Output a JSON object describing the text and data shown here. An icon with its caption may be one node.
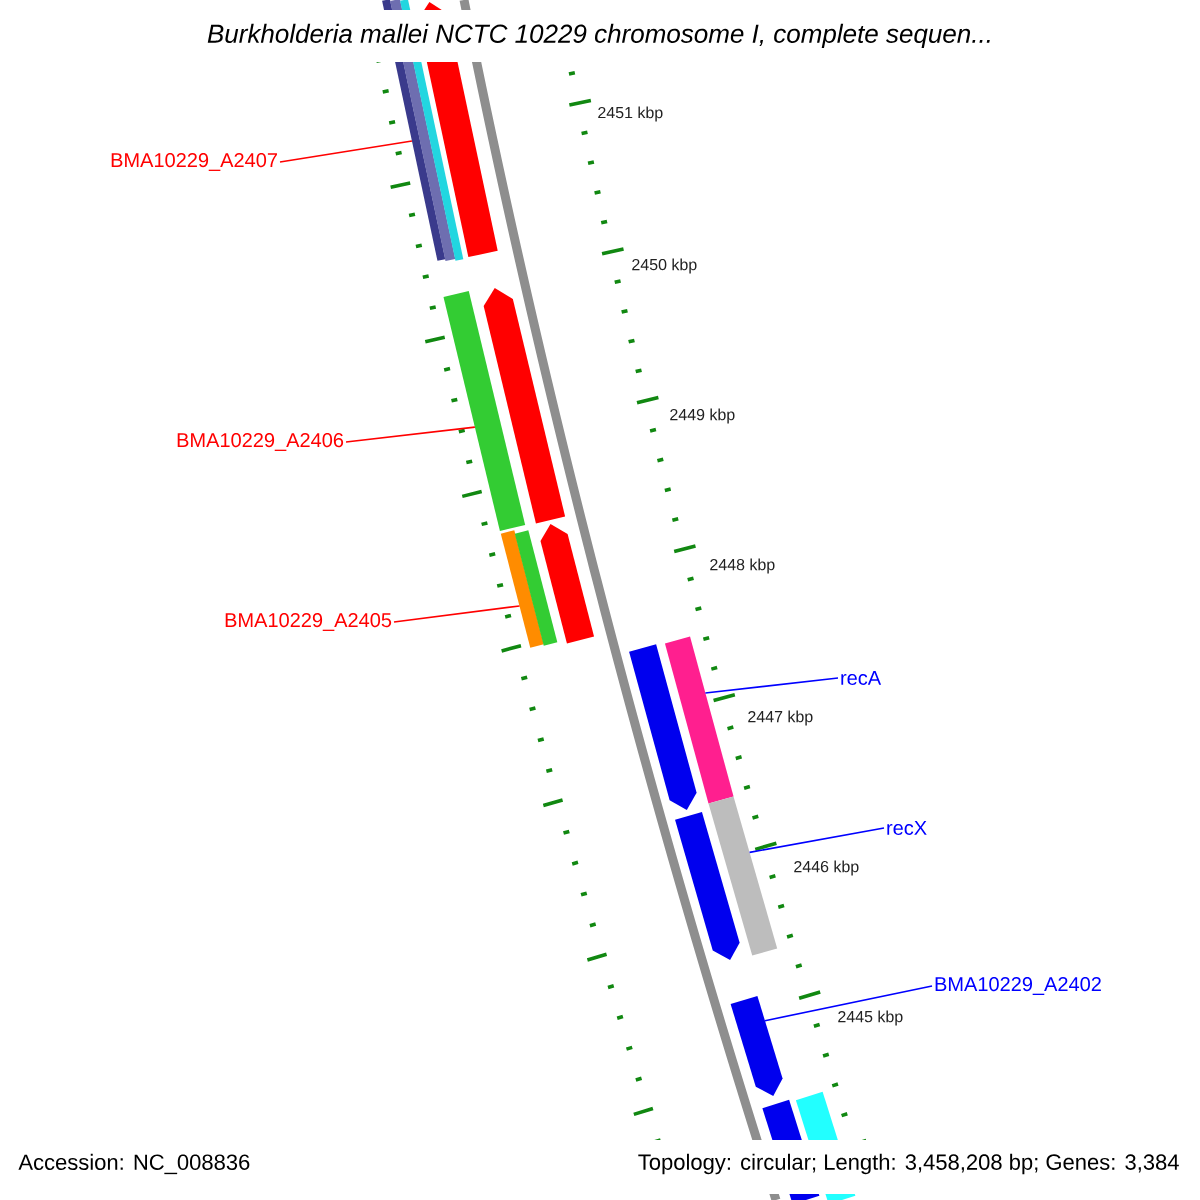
{
  "diagram": {
    "title": "Burkholderia mallei NCTC 10229 chromosome I, complete sequen...",
    "nodes": [
      {
        "text": [
          "BMA10229_A2407"
        ]
      },
      {
        "text": [
          "BMA10229_A2406"
        ]
      },
      {
        "text": [
          "BMA10229_A2405"
        ]
      },
      {
        "text": [
          "recA"
        ]
      },
      {
        "text": [
          "recX"
        ]
      },
      {
        "text": [
          "BMA10229_A2402"
        ]
      },
      {
        "text": [],
        "shape": "bar"
      },
      {
        "text": [],
        "shape": "bar"
      },
      {
        "text": [],
        "shape": "bar"
      },
      {
        "text": [],
        "shape": "bar"
      },
      {
        "text": [],
        "shape": "bar"
      },
      {
        "text": [],
        "shape": "bar"
      },
      {
        "text": [],
        "shape": "bar"
      },
      {
        "text": [],
        "shape": "bar"
      },
      {
        "text": [],
        "shape": "bar"
      },
      {
        "text": [],
        "shape": "bar"
      },
      {
        "text": [],
        "shape": "bar"
      },
      {
        "text": [],
        "shape": "bar"
      },
      {
        "text": [],
        "shape": "bar"
      },
      {
        "text": [],
        "shape": "bar"
      },
      {
        "text": [],
        "shape": "bar"
      },
      {
        "text": [],
        "shape": "bar"
      }
    ],
    "edges": [
      {
        "from": 0,
        "to": 6,
        "arrow": "none",
        "color": "#ff0000"
      },
      {
        "from": 1,
        "to": 10,
        "arrow": "none",
        "color": "#ff0000"
      },
      {
        "from": 2,
        "to": 12,
        "arrow": "none",
        "color": "#ff0000"
      },
      {
        "from": 3,
        "to": 16,
        "arrow": "none",
        "color": "#0000ff"
      },
      {
        "from": 4,
        "to": 17,
        "arrow": "none",
        "color": "#0000ff"
      },
      {
        "from": 5,
        "to": 19,
        "arrow": "none",
        "color": "#0000ff"
      }
    ],
    "labels": [
      "2451 kbp",
      "2450 kbp",
      "2449 kbp",
      "2448 kbp",
      "2447 kbp",
      "2446 kbp",
      "2445 kbp",
      "Accession: NC_008836",
      "Topology: circular; Length: 3,458,208 bp; Genes: 3,384"
    ]
  }
}
